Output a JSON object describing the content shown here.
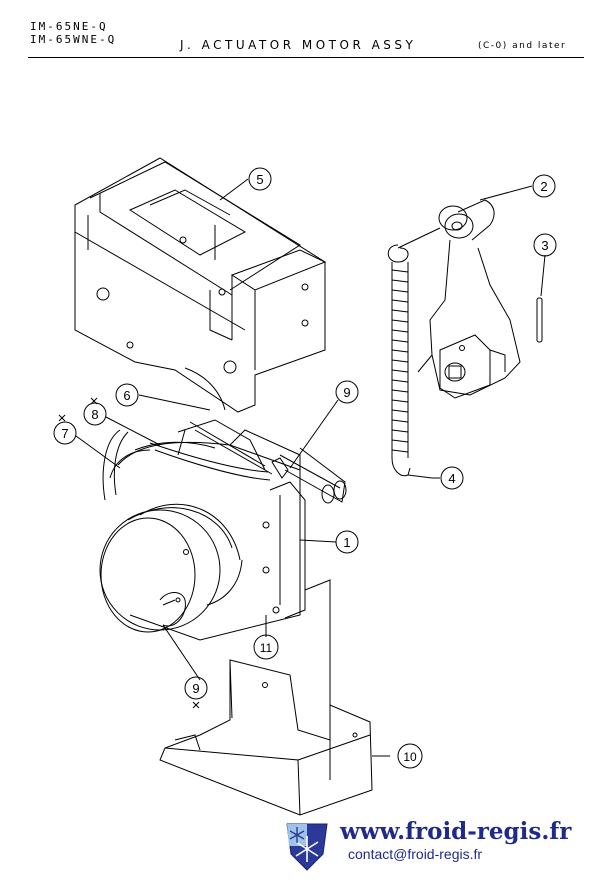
{
  "header": {
    "model_1": "IM-65NE-Q",
    "model_2": "IM-65WNE-Q",
    "title": "J. ACTUATOR MOTOR ASSY",
    "serial_note": "(C-0) and later"
  },
  "callouts": {
    "c1": "1",
    "c2": "2",
    "c3": "3",
    "c4": "4",
    "c5": "5",
    "c6": "6",
    "c7": "7",
    "c8": "8",
    "c9a": "9",
    "c9b": "9",
    "c10": "10",
    "c11": "11"
  },
  "footer": {
    "website": "www.froid-regis.fr",
    "email": "contact@froid-regis.fr"
  },
  "colors": {
    "line": "#000000",
    "brand_blue": "#1f2a8a"
  }
}
